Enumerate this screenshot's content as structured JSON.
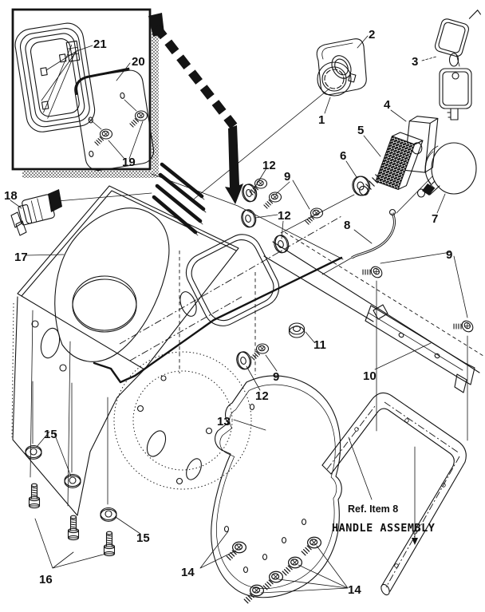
{
  "figure": {
    "kind": "exploded-parts-diagram",
    "background_color": "#ffffff",
    "line_color": "#141414",
    "callouts": {
      "1": "1",
      "2": "2",
      "3": "3",
      "4": "4",
      "5": "5",
      "6": "6",
      "7": "7",
      "8": "8",
      "9": "9",
      "10": "10",
      "11": "11",
      "12": "12",
      "13": "13",
      "14": "14",
      "15": "15",
      "16": "16",
      "17": "17",
      "18": "18",
      "19": "19",
      "20": "20",
      "21": "21"
    },
    "note": {
      "line1": "Ref. Item 8",
      "line2": "HANDLE ASSEMBLY"
    }
  }
}
